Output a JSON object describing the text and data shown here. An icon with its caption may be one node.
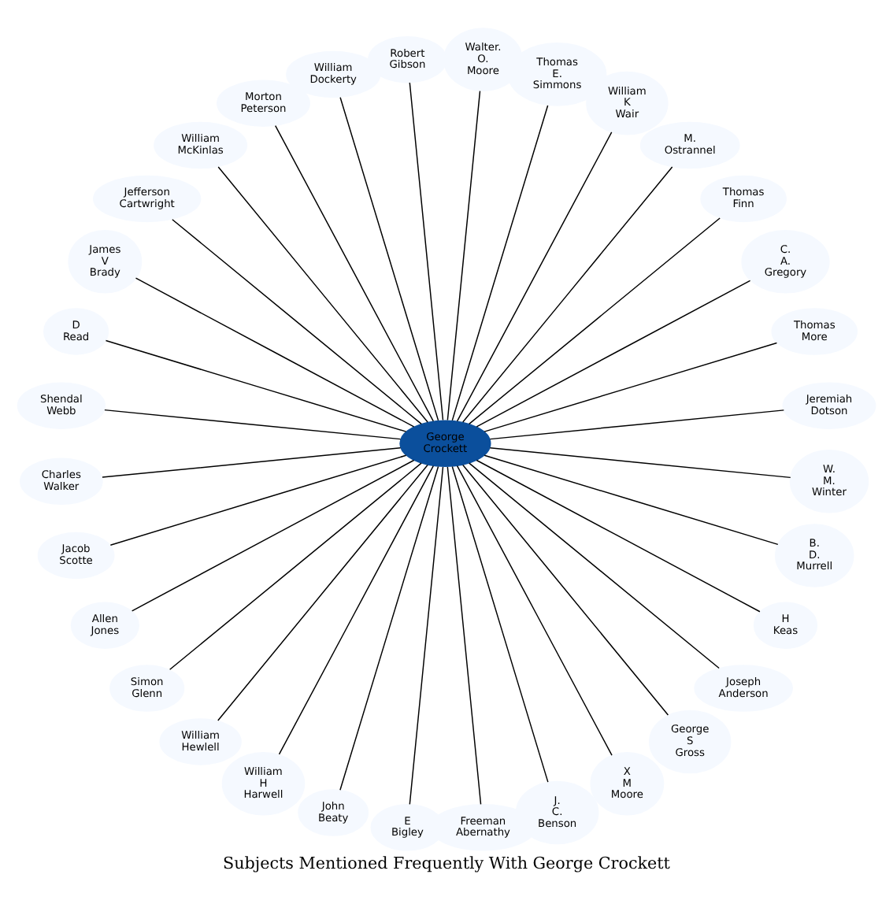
{
  "diagram": {
    "title": "Subjects Mentioned Frequently With George Crockett",
    "nodes": [
      {
        "text": [
          "George Crockett"
        ]
      },
      {
        "text": [
          "Jeremiah Dotson"
        ]
      },
      {
        "text": [
          "Thomas More"
        ]
      },
      {
        "text": [
          "C. A. Gregory"
        ]
      },
      {
        "text": [
          "Thomas Finn"
        ]
      },
      {
        "text": [
          "M. Ostrannel"
        ]
      },
      {
        "text": [
          "William K Wair"
        ]
      },
      {
        "text": [
          "Thomas E. Simmons"
        ]
      },
      {
        "text": [
          "Walter. O. Moore"
        ]
      },
      {
        "text": [
          "Robert Gibson"
        ]
      },
      {
        "text": [
          "William Dockerty"
        ]
      },
      {
        "text": [
          "Morton Peterson"
        ]
      },
      {
        "text": [
          "William McKinlas"
        ]
      },
      {
        "text": [
          "Jefferson Cartwright"
        ]
      },
      {
        "text": [
          "James V Brady"
        ]
      },
      {
        "text": [
          "D Read"
        ]
      },
      {
        "text": [
          "Shendal Webb"
        ]
      },
      {
        "text": [
          "Charles Walker"
        ]
      },
      {
        "text": [
          "Jacob Scotte"
        ]
      },
      {
        "text": [
          "Allen Jones"
        ]
      },
      {
        "text": [
          "Simon Glenn"
        ]
      },
      {
        "text": [
          "William Hewlell"
        ]
      },
      {
        "text": [
          "William H Harwell"
        ]
      },
      {
        "text": [
          "John Beaty"
        ]
      },
      {
        "text": [
          "E Bigley"
        ]
      },
      {
        "text": [
          "Freeman Abernathy"
        ]
      },
      {
        "text": [
          "J. C. Benson"
        ]
      },
      {
        "text": [
          "X M Moore"
        ]
      },
      {
        "text": [
          "George S Gross"
        ]
      },
      {
        "text": [
          "Joseph Anderson"
        ]
      },
      {
        "text": [
          "H Keas"
        ]
      },
      {
        "text": [
          "B. D. Murrell"
        ]
      },
      {
        "text": [
          "W. M. Winter"
        ]
      }
    ],
    "edges": [
      {
        "from": 0,
        "to": 1,
        "arrow": "none"
      },
      {
        "from": 0,
        "to": 2,
        "arrow": "none"
      },
      {
        "from": 0,
        "to": 3,
        "arrow": "none"
      },
      {
        "from": 0,
        "to": 4,
        "arrow": "none"
      },
      {
        "from": 0,
        "to": 5,
        "arrow": "none"
      },
      {
        "from": 0,
        "to": 6,
        "arrow": "none"
      },
      {
        "from": 0,
        "to": 7,
        "arrow": "none"
      },
      {
        "from": 0,
        "to": 8,
        "arrow": "none"
      },
      {
        "from": 0,
        "to": 9,
        "arrow": "none"
      },
      {
        "from": 0,
        "to": 10,
        "arrow": "none"
      },
      {
        "from": 0,
        "to": 11,
        "arrow": "none"
      },
      {
        "from": 0,
        "to": 12,
        "arrow": "none"
      },
      {
        "from": 0,
        "to": 13,
        "arrow": "none"
      },
      {
        "from": 0,
        "to": 14,
        "arrow": "none"
      },
      {
        "from": 0,
        "to": 15,
        "arrow": "none"
      },
      {
        "from": 0,
        "to": 16,
        "arrow": "none"
      },
      {
        "from": 0,
        "to": 17,
        "arrow": "none"
      },
      {
        "from": 0,
        "to": 18,
        "arrow": "none"
      },
      {
        "from": 0,
        "to": 19,
        "arrow": "none"
      },
      {
        "from": 0,
        "to": 20,
        "arrow": "none"
      },
      {
        "from": 0,
        "to": 21,
        "arrow": "none"
      },
      {
        "from": 0,
        "to": 22,
        "arrow": "none"
      },
      {
        "from": 0,
        "to": 23,
        "arrow": "none"
      },
      {
        "from": 0,
        "to": 24,
        "arrow": "none"
      },
      {
        "from": 0,
        "to": 25,
        "arrow": "none"
      },
      {
        "from": 0,
        "to": 26,
        "arrow": "none"
      },
      {
        "from": 0,
        "to": 27,
        "arrow": "none"
      },
      {
        "from": 0,
        "to": 28,
        "arrow": "none"
      },
      {
        "from": 0,
        "to": 29,
        "arrow": "none"
      },
      {
        "from": 0,
        "to": 30,
        "arrow": "none"
      },
      {
        "from": 0,
        "to": 31,
        "arrow": "none"
      },
      {
        "from": 0,
        "to": 32,
        "arrow": "none"
      }
    ]
  }
}
